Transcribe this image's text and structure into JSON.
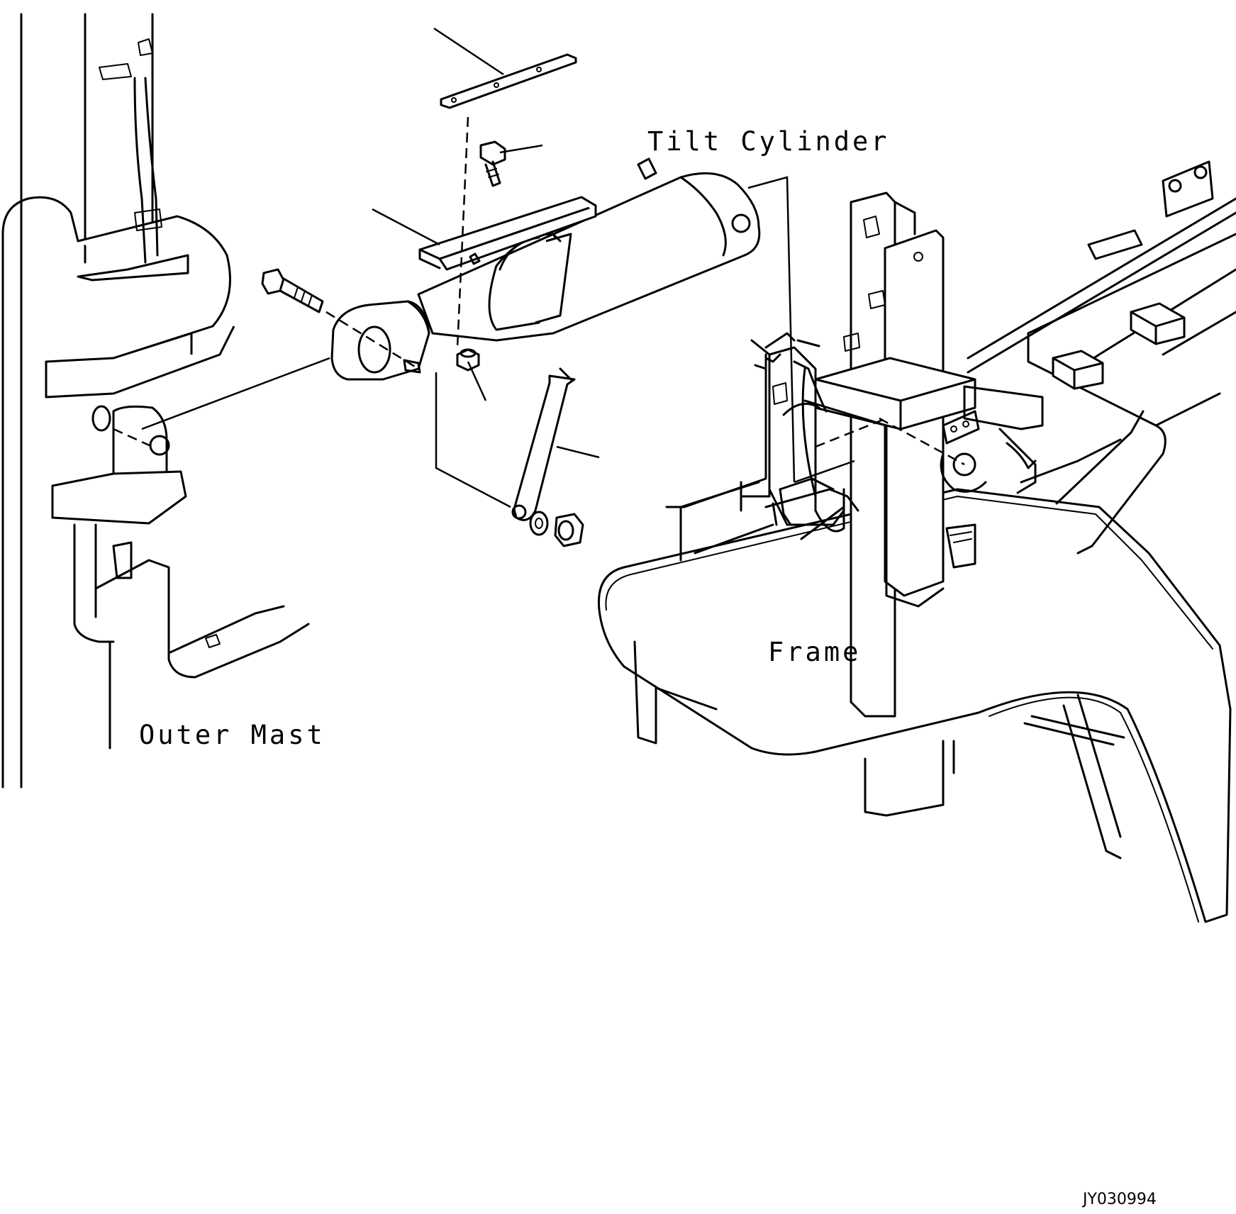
{
  "diagram": {
    "labels": {
      "tilt_cylinder": "Tilt Cylinder",
      "frame": "Frame",
      "outer_mast": "Outer Mast"
    },
    "drawing_code": "JY030994"
  }
}
